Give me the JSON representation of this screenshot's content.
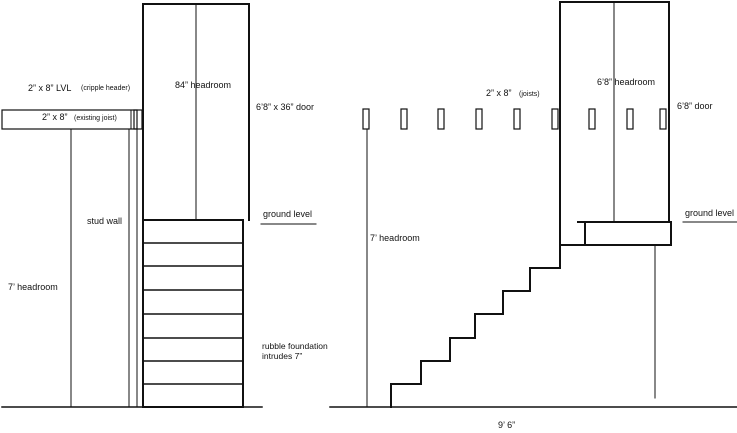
{
  "left_view": {
    "lvl_label": "2” x 8” LVL",
    "lvl_note": "(cripple header)",
    "joist_label": "2” x 8”",
    "joist_note": "(existing joist)",
    "headroom_top": "84” headroom",
    "door": "6’8” x 36” door",
    "ground": "ground level",
    "stud_wall": "stud wall",
    "headroom_side": "7’ headroom",
    "rubble_line1": "rubble foundation",
    "rubble_line2": "intrudes 7”"
  },
  "right_view": {
    "joists_label": "2” x 8”",
    "joists_note": "(joists)",
    "headroom_top": "6’8” headroom",
    "door": "6’8” door",
    "ground": "ground level",
    "headroom_side": "7’ headroom",
    "width": "9’ 6”"
  }
}
